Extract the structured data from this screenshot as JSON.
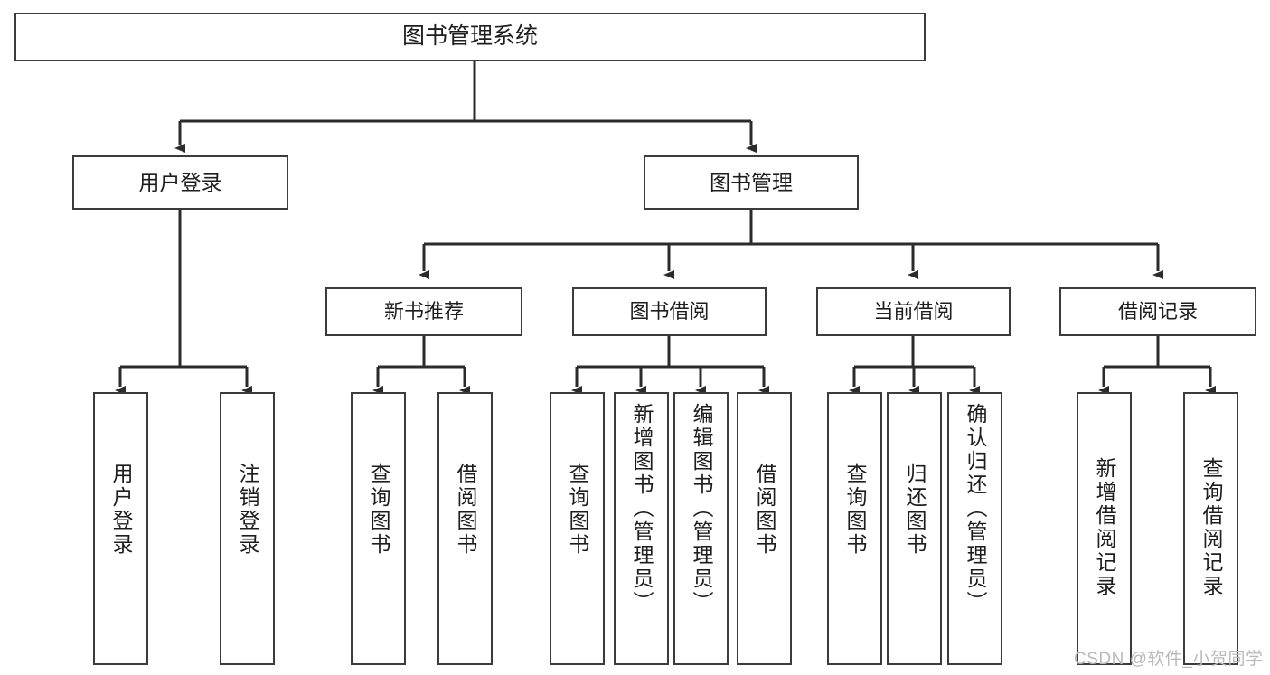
{
  "diagram": {
    "title": "图书管理系统",
    "type": "hierarchy-tree",
    "colors": {
      "box_border": "#3b3b3b",
      "box_fill": "#ffffff",
      "connector": "#2b2b2b",
      "text": "#1d1d1d",
      "watermark": "#b9b9b9",
      "background": "#ffffff"
    },
    "levels": {
      "root": {
        "label": "图书管理系统"
      },
      "level1": [
        {
          "id": "user-login",
          "label": "用户登录"
        },
        {
          "id": "book-manage",
          "label": "图书管理"
        }
      ],
      "level2": [
        {
          "id": "new-book-recommend",
          "label": "新书推荐",
          "parent": "book-manage"
        },
        {
          "id": "book-borrow",
          "label": "图书借阅",
          "parent": "book-manage"
        },
        {
          "id": "current-borrow",
          "label": "当前借阅",
          "parent": "book-manage"
        },
        {
          "id": "borrow-record",
          "label": "借阅记录",
          "parent": "book-manage"
        }
      ],
      "leaves": [
        {
          "id": "leaf-user-login",
          "label": "用户登录",
          "parent": "user-login"
        },
        {
          "id": "leaf-logout-login",
          "label": "注销登录",
          "parent": "user-login"
        },
        {
          "id": "leaf-query-book-1",
          "label": "查询图书",
          "parent": "new-book-recommend"
        },
        {
          "id": "leaf-borrow-book-1",
          "label": "借阅图书",
          "parent": "new-book-recommend"
        },
        {
          "id": "leaf-query-book-2",
          "label": "查询图书",
          "parent": "book-borrow"
        },
        {
          "id": "leaf-add-book",
          "label": "新增图书（管理员）",
          "parent": "book-borrow"
        },
        {
          "id": "leaf-edit-book",
          "label": "编辑图书（管理员）",
          "parent": "book-borrow"
        },
        {
          "id": "leaf-borrow-book-2",
          "label": "借阅图书",
          "parent": "book-borrow"
        },
        {
          "id": "leaf-query-book-3",
          "label": "查询图书",
          "parent": "current-borrow"
        },
        {
          "id": "leaf-return-book",
          "label": "归还图书",
          "parent": "current-borrow"
        },
        {
          "id": "leaf-confirm-return",
          "label": "确认归还（管理员）",
          "parent": "current-borrow"
        },
        {
          "id": "leaf-add-record",
          "label": "新增借阅记录",
          "parent": "borrow-record"
        },
        {
          "id": "leaf-query-record",
          "label": "查询借阅记录",
          "parent": "borrow-record"
        }
      ]
    },
    "watermark": "CSDN @软件_小贺同学"
  }
}
